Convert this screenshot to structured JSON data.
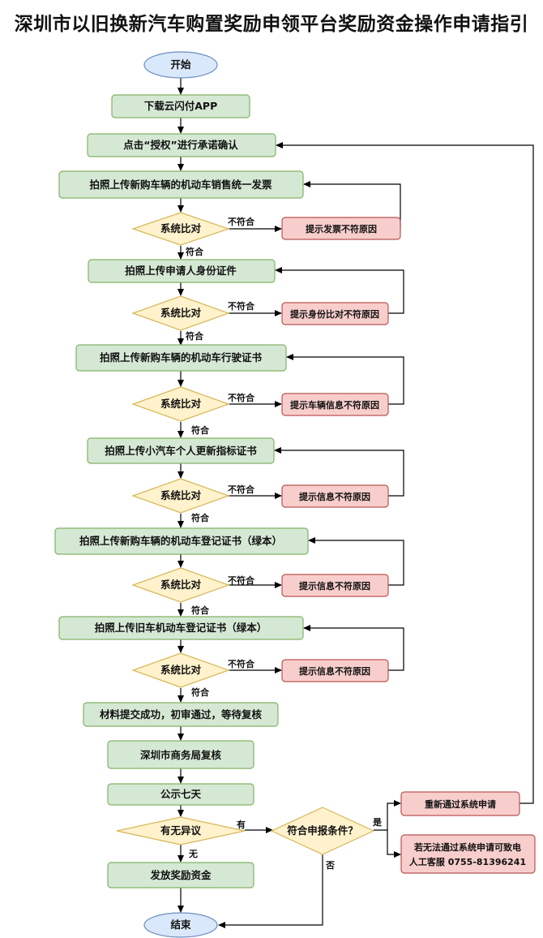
{
  "title": "深圳市以旧换新汽车购置奖励申领平台奖励资金操作申请指引",
  "nodes": {
    "start": "开始",
    "download": "下载云闪付APP",
    "authorize": "点击“授权”进行承诺确认",
    "invoice": "拍照上传新购车辆的机动车销售统一发票",
    "id_card": "拍照上传申请人身份证件",
    "license": "拍照上传新购车辆的机动车行驶证书",
    "quota": "拍照上传小汽车个人更新指标证书",
    "new_reg": "拍照上传新购车辆的机动车登记证书（绿本）",
    "old_reg": "拍照上传旧车机动车登记证书（绿本）",
    "submitted": "材料提交成功，初审通过，等待复核",
    "commerce_review": "深圳市商务局复核",
    "publicity": "公示七天",
    "objection": "有无异议",
    "eligible": "符合申报条件？",
    "reapply": "重新通过系统申请",
    "service_line1": "若无法通过系统申请可致电",
    "service_line2": "人工客服 0755-81396241",
    "payout": "发放奖励资金",
    "end": "结束"
  },
  "checks": {
    "label": "系统比对",
    "reason_invoice": "提示发票不符原因",
    "reason_id": "提示身份比对不符原因",
    "reason_vehicle": "提示车辆信息不符原因",
    "reason_info_1": "提示信息不符原因",
    "reason_info_2": "提示信息不符原因",
    "reason_info_3": "提示信息不符原因"
  },
  "edge_labels": {
    "pass": "符合",
    "fail": "不符合",
    "yes_objection": "有",
    "no_objection": "无",
    "yes": "是",
    "no": "否"
  },
  "colors": {
    "green_fill": "#d5e8d4",
    "green_stroke": "#82b366",
    "red_fill": "#f8cecc",
    "red_stroke": "#b85450",
    "yellow_fill": "#fff2cc",
    "yellow_stroke": "#d6b656",
    "blue_fill": "#dae8fc",
    "blue_stroke": "#6c8ebf"
  }
}
